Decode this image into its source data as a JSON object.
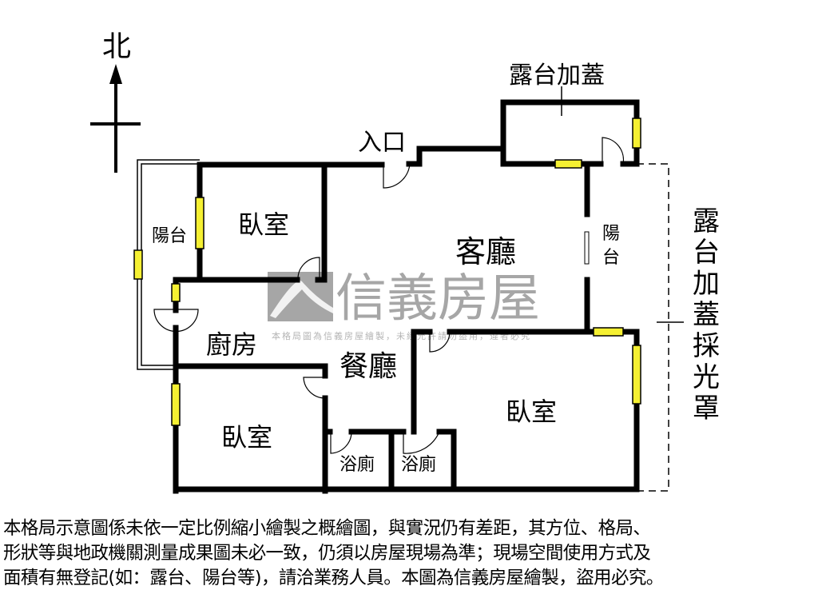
{
  "plan": {
    "north": "北",
    "rooms": {
      "bedroom_nw": "臥室",
      "balcony_w": "陽台",
      "kitchen": "廚房",
      "dining": "餐廳",
      "living": "客廳",
      "balcony_e": "陽台",
      "bedroom_sw": "臥室",
      "bath_1": "浴廁",
      "bath_2": "浴廁",
      "bedroom_se": "臥室",
      "entrance": "入口",
      "terrace_cover_top": "露台加蓋",
      "terrace_cover_skylight": "露台加蓋採光罩"
    },
    "watermark": {
      "brand": "信義房屋",
      "small": "本格局圖為信義房屋繪製，未經允許請勿盜用，違者必究"
    },
    "colors": {
      "wall": "#000000",
      "window": "#f5f032",
      "watermark": "#a6a6a6"
    }
  },
  "disclaimer": [
    "本格局示意圖係未依一定比例縮小繪製之概繪圖，與實況仍有差距，其方位、格局、",
    "形狀等與地政機關測量成果圖未必一致，仍須以房屋現場為準；現場空間使用方式及",
    "面積有無登記(如：露台、陽台等)，請洽業務人員。本圖為信義房屋繪製，盜用必究。"
  ]
}
